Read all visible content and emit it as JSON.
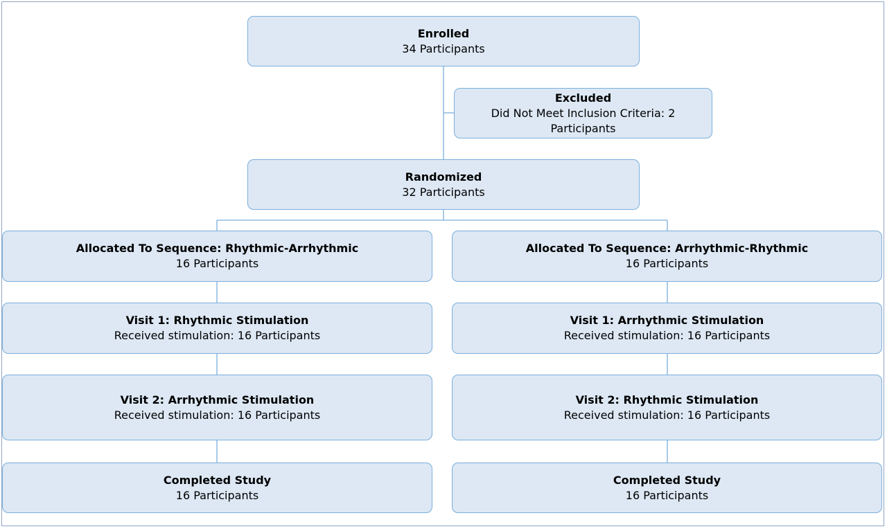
{
  "enrolled": {
    "title": "Enrolled",
    "detail": "34 Participants"
  },
  "excluded": {
    "title": "Excluded",
    "detail": "Did Not Meet Inclusion Criteria: 2 Participants"
  },
  "randomized": {
    "title": "Randomized",
    "detail": "32 Participants"
  },
  "arms": [
    {
      "allocated": {
        "title": "Allocated To Sequence: Rhythmic-Arrhythmic",
        "detail": "16 Participants"
      },
      "visit1": {
        "title": "Visit 1: Rhythmic Stimulation",
        "detail": "Received stimulation: 16 Participants"
      },
      "visit2": {
        "title": "Visit 2: Arrhythmic Stimulation",
        "detail": "Received stimulation: 16 Participants"
      },
      "completed": {
        "title": "Completed Study",
        "detail": "16 Participants"
      }
    },
    {
      "allocated": {
        "title": "Allocated To Sequence: Arrhythmic-Rhythmic",
        "detail": "16 Participants"
      },
      "visit1": {
        "title": "Visit 1: Arrhythmic Stimulation",
        "detail": "Received stimulation: 16 Participants"
      },
      "visit2": {
        "title": "Visit 2: Rhythmic Stimulation",
        "detail": "Received stimulation: 16 Participants"
      },
      "completed": {
        "title": "Completed Study",
        "detail": "16 Participants"
      }
    }
  ],
  "colors": {
    "box_fill": "#dde8f4",
    "box_border": "#7aaedc",
    "connector": "#7aaedc",
    "frame": "#8fa3c8"
  }
}
